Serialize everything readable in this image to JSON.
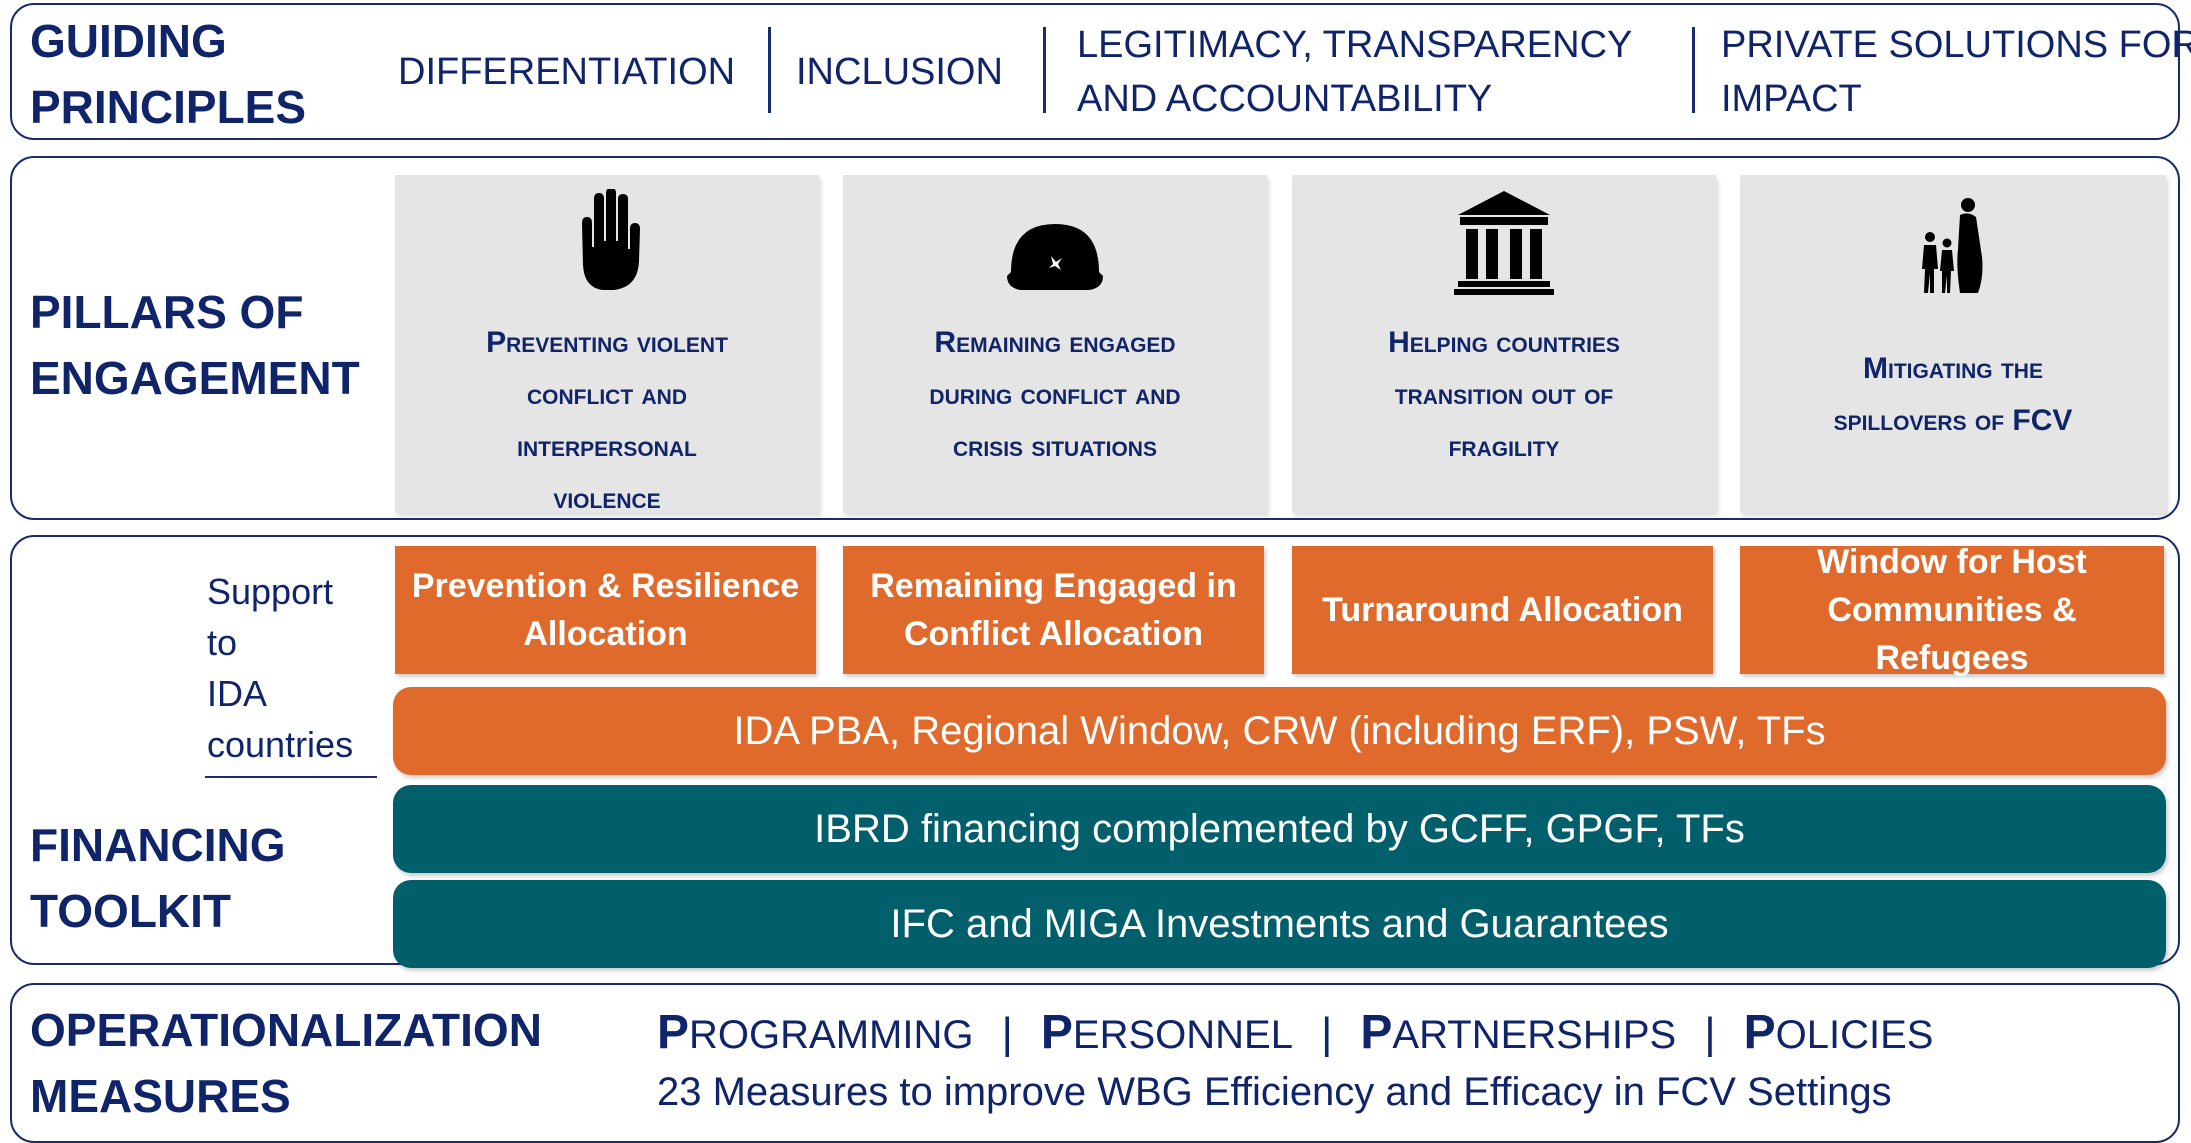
{
  "guiding_principles": {
    "title_lines": [
      "GUIDING",
      "PRINCIPLES"
    ],
    "items": [
      {
        "lines": [
          "DIFFERENTIATION"
        ]
      },
      {
        "lines": [
          "INCLUSION"
        ]
      },
      {
        "lines": [
          "LEGITIMACY, TRANSPARENCY",
          "AND ACCOUNTABILITY"
        ]
      },
      {
        "lines": [
          "PRIVATE SOLUTIONS FOR",
          "IMPACT"
        ]
      }
    ]
  },
  "pillars": {
    "title_lines": [
      "PILLARS OF",
      "ENGAGEMENT"
    ],
    "items": [
      {
        "icon": "raised-hand-icon",
        "lines": [
          "Preventing violent",
          "conflict and",
          "interpersonal",
          "violence"
        ]
      },
      {
        "icon": "peacekeeper-helmet-icon",
        "lines": [
          "Remaining engaged",
          "during conflict and",
          "crisis situations"
        ]
      },
      {
        "icon": "institution-building-icon",
        "lines": [
          "Helping countries",
          "transition out of",
          "fragility"
        ]
      },
      {
        "icon": "refugee-family-icon",
        "lines": [
          "Mitigating the",
          "spillovers of FCV"
        ]
      }
    ]
  },
  "financing": {
    "title_lines": [
      "FINANCING",
      "TOOLKIT"
    ],
    "support_lines": [
      "Support",
      "to",
      "IDA",
      "countries"
    ],
    "allocations": [
      "Prevention & Resilience Allocation",
      "Remaining Engaged in Conflict Allocation",
      "Turnaround Allocation",
      "Window for Host Communities & Refugees"
    ],
    "ida_bar": "IDA PBA, Regional Window, CRW (including ERF), PSW, TFs",
    "ibrd_bar": "IBRD financing complemented by GCFF, GPGF, TFs",
    "ifc_bar": "IFC and MIGA Investments and Guarantees",
    "colors": {
      "orange": "#e06a2c",
      "teal": "#005f6b"
    }
  },
  "operationalization": {
    "title_lines": [
      "OPERATIONALIZATION",
      "MEASURES"
    ],
    "measures": [
      {
        "initial": "P",
        "rest": "ROGRAMMING"
      },
      {
        "initial": "P",
        "rest": "ERSONNEL"
      },
      {
        "initial": "P",
        "rest": "ARTNERSHIPS"
      },
      {
        "initial": "P",
        "rest": "OLICIES"
      }
    ],
    "separator": "|",
    "subtitle": "23 Measures to improve WBG Efficiency and Efficacy in FCV Settings"
  },
  "colors": {
    "navy": "#10246a",
    "pillar_bg": "#e5e5e5"
  }
}
